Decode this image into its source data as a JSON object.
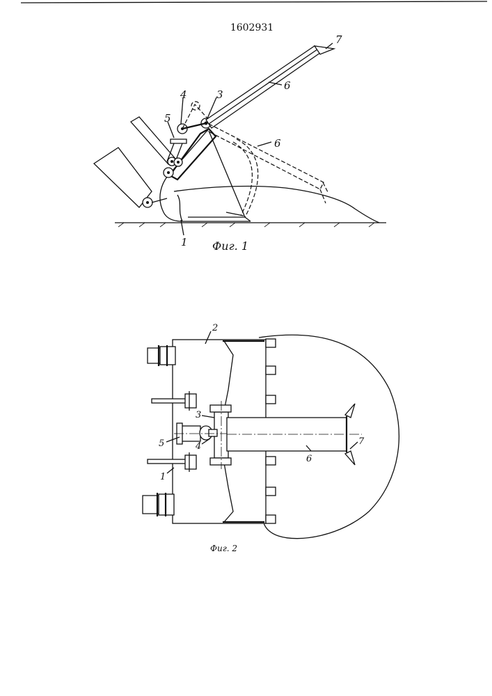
{
  "document": {
    "patent_number": "1602931"
  },
  "figure1": {
    "caption": "Фиг. 1",
    "labels": {
      "l1": "1",
      "l3": "3",
      "l4": "4",
      "l5": "5",
      "l6a": "6",
      "l6b": "6",
      "l7": "7"
    }
  },
  "figure2": {
    "caption": "Фиг. 2",
    "labels": {
      "l1": "1",
      "l2": "2",
      "l3": "3",
      "l4": "4",
      "l5": "5",
      "l6": "6",
      "l7": "7"
    }
  }
}
